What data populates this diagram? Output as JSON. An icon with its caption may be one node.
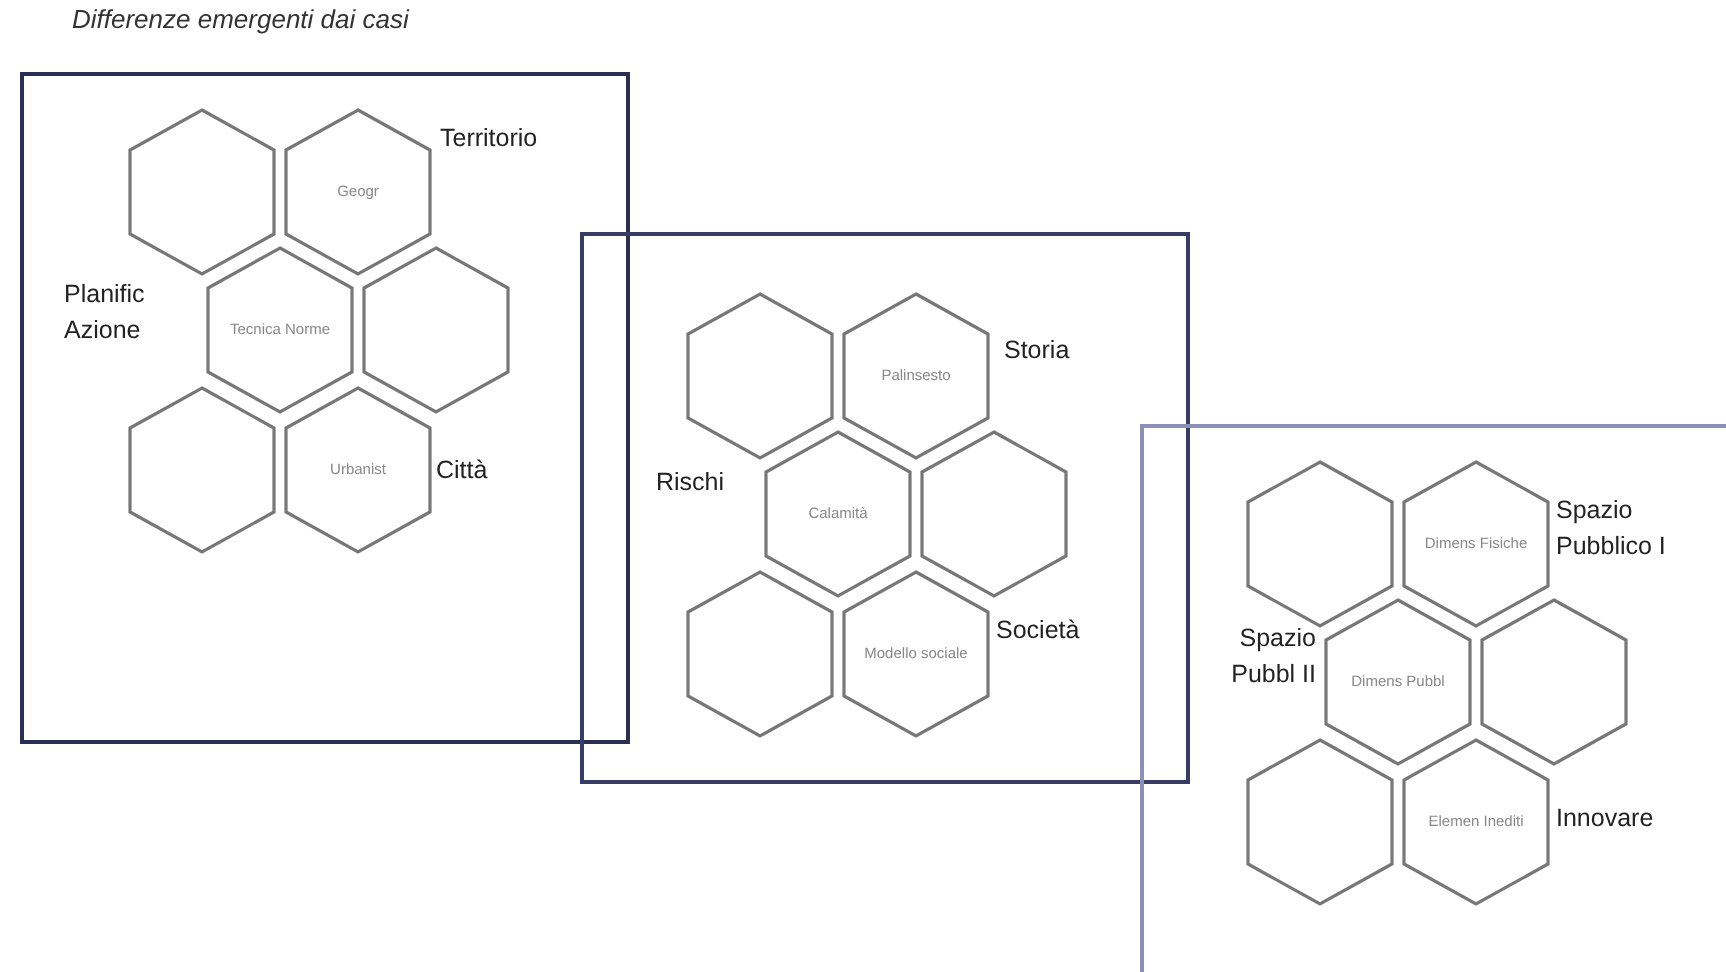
{
  "diagram": {
    "title": "Differenze emergenti dai casi",
    "nodes": [
      {
        "text": [
          "Territorio",
          "Planific Azione",
          "Città"
        ]
      },
      {
        "text": [],
        "shape": "hexagon",
        "in": 0
      },
      {
        "text": [
          "Geogr"
        ],
        "in": 0
      },
      {
        "text": [
          "Tecnica Norme"
        ],
        "in": 0
      },
      {
        "text": [],
        "shape": "hexagon",
        "in": 0
      },
      {
        "text": [],
        "shape": "hexagon",
        "in": 0
      },
      {
        "text": [
          "Urbanist"
        ],
        "in": 0
      },
      {
        "text": [
          "Storia",
          "Rischi",
          "Società"
        ]
      },
      {
        "text": [],
        "shape": "hexagon",
        "in": 7
      },
      {
        "text": [
          "Palinsesto"
        ],
        "in": 7
      },
      {
        "text": [
          "Calamità"
        ],
        "in": 7
      },
      {
        "text": [],
        "shape": "hexagon",
        "in": 7
      },
      {
        "text": [],
        "shape": "hexagon",
        "in": 7
      },
      {
        "text": [
          "Modello sociale"
        ],
        "in": 7
      },
      {
        "text": [
          "Spazio Pubblico I",
          "Spazio Pubbl II",
          "Innovare"
        ]
      },
      {
        "text": [],
        "shape": "hexagon",
        "in": 14
      },
      {
        "text": [
          "Dimens Fisiche"
        ],
        "in": 14
      },
      {
        "text": [
          "Dimens Pubbl"
        ],
        "in": 14
      },
      {
        "text": [],
        "shape": "hexagon",
        "in": 14
      },
      {
        "text": [],
        "shape": "hexagon",
        "in": 14
      },
      {
        "text": [
          "Elemen Inediti"
        ],
        "in": 14
      }
    ]
  }
}
